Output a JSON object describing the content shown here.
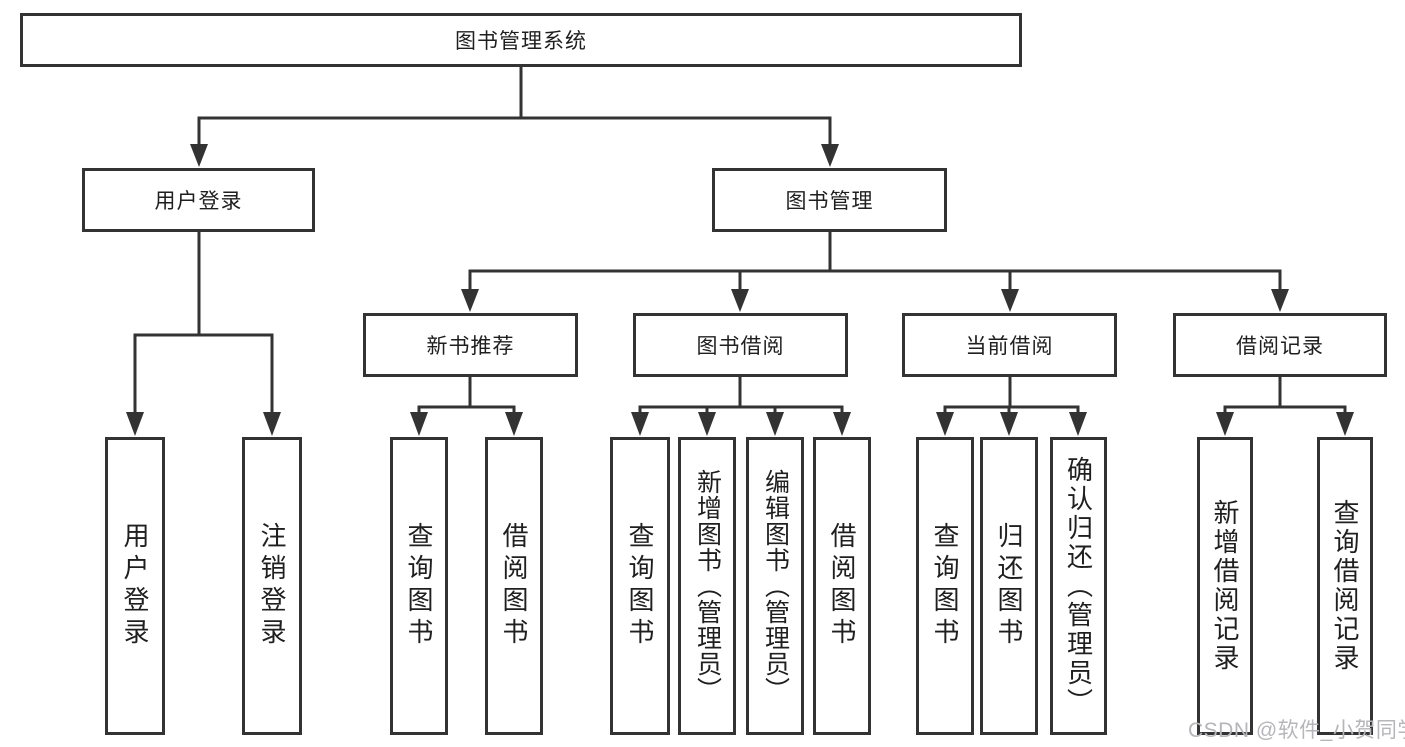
{
  "tree": {
    "label": "图书管理系统",
    "children": [
      {
        "label": "用户登录",
        "children": [
          {
            "label": "用户登录"
          },
          {
            "label": "注销登录"
          }
        ]
      },
      {
        "label": "图书管理",
        "children": [
          {
            "label": "新书推荐",
            "children": [
              {
                "label": "查询图书"
              },
              {
                "label": "借阅图书"
              }
            ]
          },
          {
            "label": "图书借阅",
            "children": [
              {
                "label": "查询图书"
              },
              {
                "label": "新增图书（管理员）"
              },
              {
                "label": "编辑图书（管理员）"
              },
              {
                "label": "借阅图书"
              }
            ]
          },
          {
            "label": "当前借阅",
            "children": [
              {
                "label": "查询图书"
              },
              {
                "label": "归还图书"
              },
              {
                "label": "确认归还（管理员）"
              }
            ]
          },
          {
            "label": "借阅记录",
            "children": [
              {
                "label": "新增借阅记录"
              },
              {
                "label": "查询借阅记录"
              }
            ]
          }
        ]
      }
    ]
  },
  "watermark": "CSDN @软件_小贺同学",
  "colors": {
    "line": "#333333",
    "text": "#1f1f1f",
    "watermark": "#b6b6ba",
    "background": "#ffffff"
  }
}
